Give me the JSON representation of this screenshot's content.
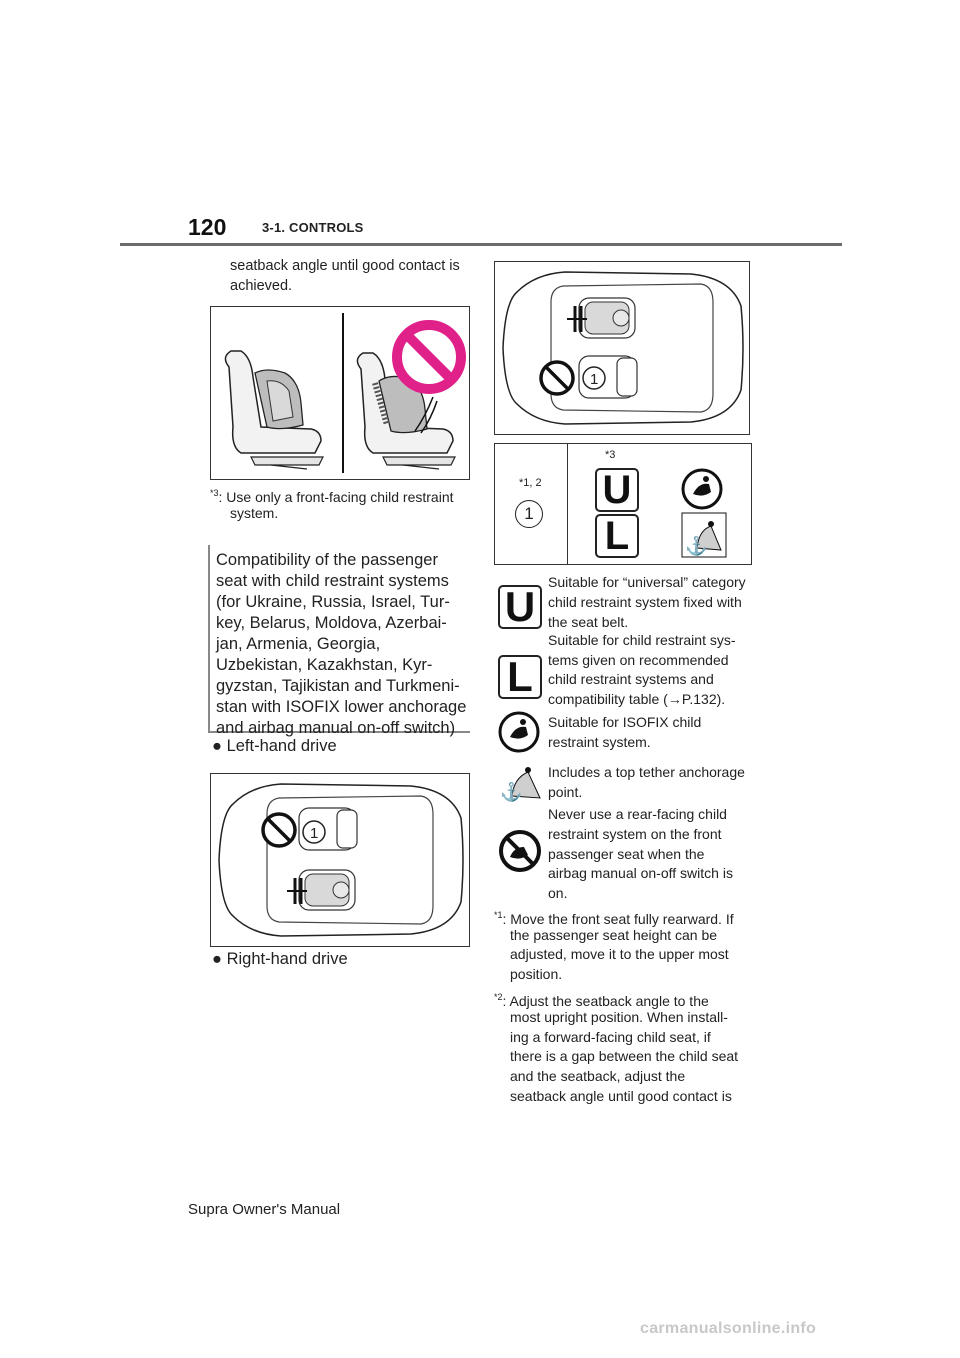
{
  "header": {
    "page_number": "120",
    "section": "3-1. CONTROLS"
  },
  "left": {
    "intro_text_1": "seatback angle until good contact is",
    "intro_text_2": "achieved.",
    "note3_marker": "*3",
    "note3_line1": ": Use only a front-facing child restraint",
    "note3_line2": "system.",
    "compat_lines": [
      "Compatibility of the passenger",
      "seat with child restraint systems",
      "(for Ukraine, Russia, Israel, Tur-",
      "key, Belarus, Moldova, Azerbai-",
      "jan, Armenia, Georgia,",
      "Uzbekistan, Kazakhstan, Kyr-",
      "gyzstan, Tajikistan and Turkmeni-",
      "stan with ISOFIX lower anchorage",
      "and airbag manual on-off switch)"
    ],
    "bullet_lhd": "Left-hand drive",
    "bullet_rhd": "Right-hand drive",
    "seat_number": "1"
  },
  "right": {
    "seat_number": "1",
    "table": {
      "col1_header": "*1, 2",
      "col1_value": "1",
      "col2_header": "*3",
      "letter_u": "U",
      "letter_l": "L"
    },
    "legend": [
      {
        "icon": "U",
        "lines": [
          "Suitable for “universal” category",
          "child restraint system fixed with",
          "the seat belt."
        ]
      },
      {
        "icon": "L",
        "lines": [
          "Suitable for child restraint sys-",
          "tems given on recommended",
          "child restraint systems and",
          "compatibility table (→P.132)."
        ]
      },
      {
        "icon": "isofix-icon",
        "lines": [
          "Suitable for ISOFIX child",
          "restraint system."
        ]
      },
      {
        "icon": "top-tether-icon",
        "lines": [
          "Includes a top tether anchorage",
          "point."
        ]
      },
      {
        "icon": "no-rear-facing-icon",
        "lines": [
          "Never use a rear-facing child",
          "restraint system on the front",
          "passenger seat when the",
          "airbag manual on-off switch is",
          "on."
        ]
      }
    ],
    "note1_marker": "*1",
    "note1_lines": [
      ": Move the front seat fully rearward. If",
      "the passenger seat height can be",
      "adjusted, move it to the upper most",
      "position."
    ],
    "note2_marker": "*2",
    "note2_lines": [
      ": Adjust the seatback angle to the",
      "most upright position. When install-",
      "ing a forward-facing child seat, if",
      "there is a gap between the child seat",
      "and the seatback, adjust the",
      "seatback angle until good contact is"
    ]
  },
  "footer": {
    "manual_title": "Supra Owner's Manual",
    "watermark": "carmanualsonline.info"
  },
  "colors": {
    "prohibit": "#e0218a",
    "rule": "#6b6b6b",
    "seat_gray": "#bdbdbd"
  }
}
